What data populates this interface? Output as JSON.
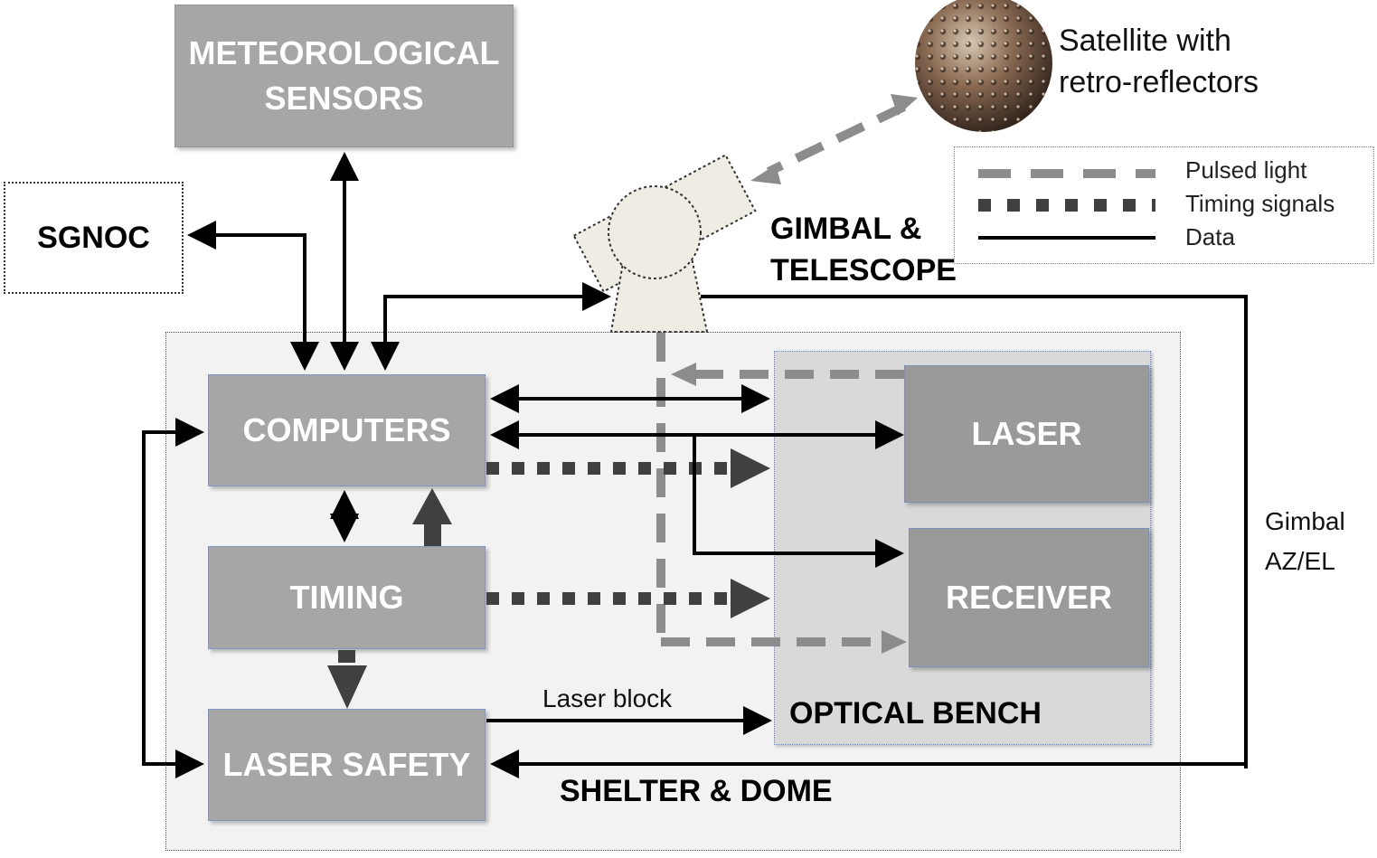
{
  "boxes": {
    "meteorological": "METEOROLOGICAL SENSORS",
    "sgnoc": "SGNOC",
    "computers": "COMPUTERS",
    "timing": "TIMING",
    "laser_safety": "LASER SAFETY",
    "laser": "LASER",
    "receiver": "RECEIVER"
  },
  "regions": {
    "optical_bench": "OPTICAL BENCH",
    "shelter_dome": "SHELTER & DOME",
    "gimbal_line1": "GIMBAL &",
    "gimbal_line2": "TELESCOPE"
  },
  "satellite": {
    "line1": "Satellite with",
    "line2": "retro-reflectors"
  },
  "labels": {
    "laser_block": "Laser block",
    "gimbal_azel_line1": "Gimbal",
    "gimbal_azel_line2": "AZ/EL"
  },
  "legend": {
    "pulsed_light": "Pulsed light",
    "timing_signals": "Timing signals",
    "data": "Data"
  },
  "colors": {
    "box_fill": "#a6a6a6",
    "shelter_fill": "#f2f2f2",
    "bench_fill": "#d9d9d9",
    "pulsed": "#8c8c8c",
    "timing": "#404040",
    "data": "#000000"
  }
}
